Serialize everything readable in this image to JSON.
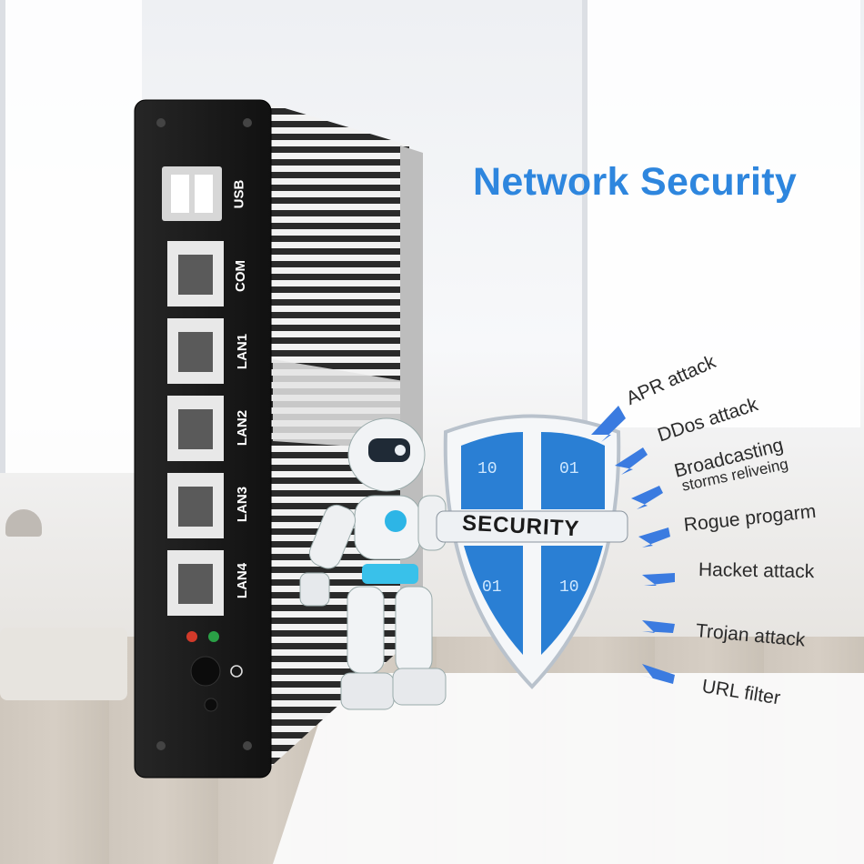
{
  "title": "Network Security",
  "device": {
    "ports": [
      "USB",
      "COM",
      "LAN1",
      "LAN2",
      "LAN3",
      "LAN4"
    ]
  },
  "shield_label": "SECURITY",
  "threats": [
    "APR attack",
    "DDos attack",
    "Broadcasting",
    "storms reliveing",
    "Rogue progarm",
    "Hacket attack",
    "Trojan attack",
    "URL filter"
  ],
  "colors": {
    "title": "#2e86de",
    "arrow": "#3b7be0",
    "shield_blue": "#2a7fd4",
    "device_body": "#1c1c1c"
  }
}
